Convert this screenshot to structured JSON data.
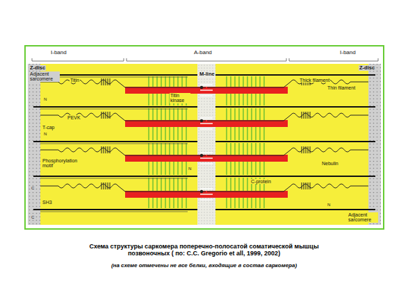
{
  "diagram": {
    "caption": "Схема структуры саркомера поперечно-полосатой соматической мышцы позвоночных ( по: C.C. Gregorio et all, 1999, 2002)",
    "labels": [
      "I-band",
      "A-band",
      "I-band",
      "Z-disc",
      "Adjacent sarcomere",
      "M-line",
      "Z-disc",
      "Titin",
      "Thick filament",
      "Thin filament",
      "Titin kinase",
      "PEVK",
      "T-cap",
      "Phosphorylation motif",
      "Nebulin",
      "C-protein",
      "SH3",
      "Adjacent sarcomere",
      "N",
      "N",
      "N",
      "N",
      "C",
      "C",
      "(на схеме отмечены не все белки, входящие в состав саркомера)"
    ]
  }
}
